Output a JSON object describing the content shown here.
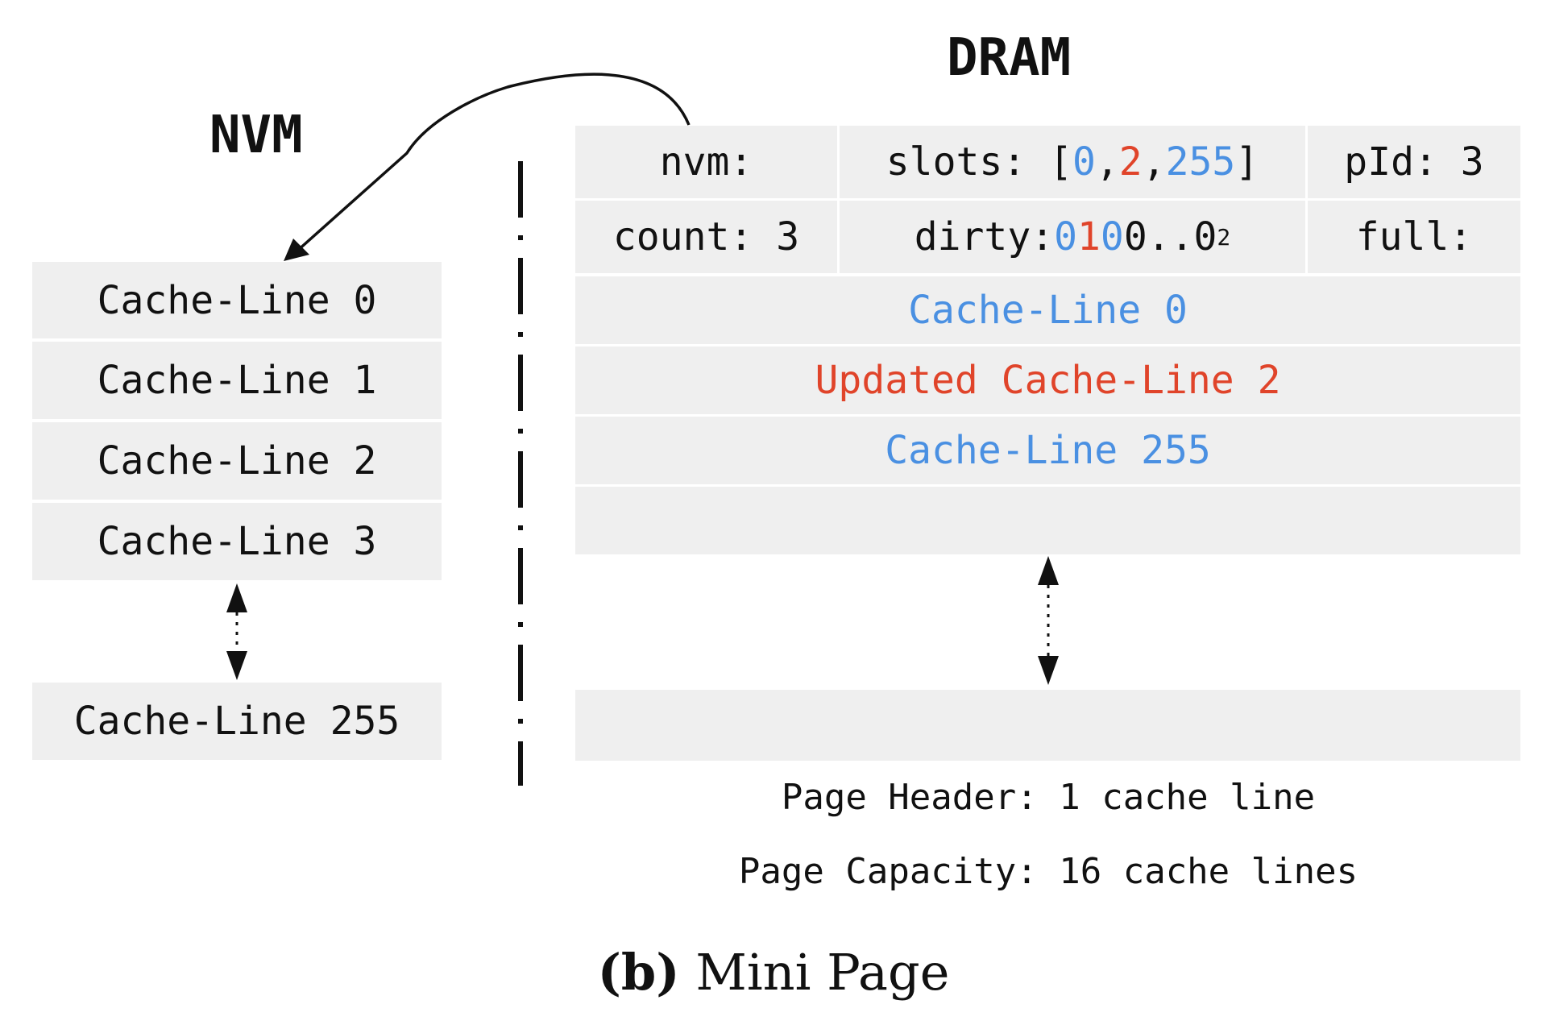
{
  "headings": {
    "nvm": "NVM",
    "dram": "DRAM"
  },
  "nvm_lines": [
    "Cache-Line 0",
    "Cache-Line 1",
    "Cache-Line 2",
    "Cache-Line 3"
  ],
  "nvm_last_line": "Cache-Line 255",
  "header": {
    "nvm_label": "nvm:",
    "slots_label": "slots: [",
    "slot_a": "0",
    "slot_b": "2",
    "slot_c": "255",
    "comma": ", ",
    "slots_close": "]",
    "pid": "pId: 3",
    "count": "count: 3",
    "dirty_label": "dirty: ",
    "dirty_bit0": "0",
    "dirty_bit1": "1",
    "dirty_bit2": "0",
    "dirty_rest": "0..0",
    "dirty_base": "2",
    "full": "full:"
  },
  "dram_lines": [
    {
      "text": "Cache-Line 0",
      "color": "#4a90e2"
    },
    {
      "text": "Updated Cache-Line 2",
      "color": "#e0442a"
    },
    {
      "text": "Cache-Line 255",
      "color": "#4a90e2"
    }
  ],
  "notes": {
    "header_size": "Page Header: 1 cache line",
    "capacity": "Page Capacity: 16 cache lines"
  },
  "caption": {
    "label": "(b)",
    "title": " Mini Page"
  },
  "colors": {
    "cell_bg": "#efefef",
    "clean_blue": "#4a90e2",
    "dirty_red": "#e0442a"
  }
}
